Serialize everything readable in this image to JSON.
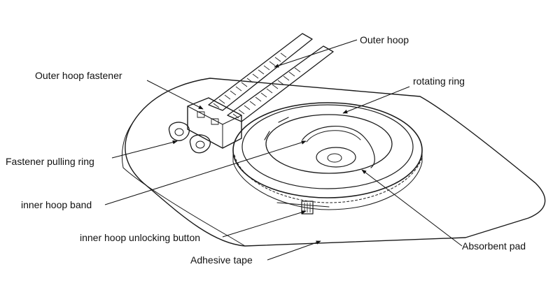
{
  "labels": {
    "outer_hoop": "Outer hoop",
    "outer_hoop_fastener": "Outer hoop fastener",
    "rotating_ring": "rotating ring",
    "fastener_pulling_ring": "Fastener pulling ring",
    "inner_hoop_band": "inner hoop band",
    "inner_hoop_unlocking_button": "inner hoop unlocking button",
    "absorbent_pad": "Absorbent pad",
    "adhesive_tape": "Adhesive tape"
  },
  "colors": {
    "line": "#1a1a1a",
    "background": "#ffffff"
  }
}
